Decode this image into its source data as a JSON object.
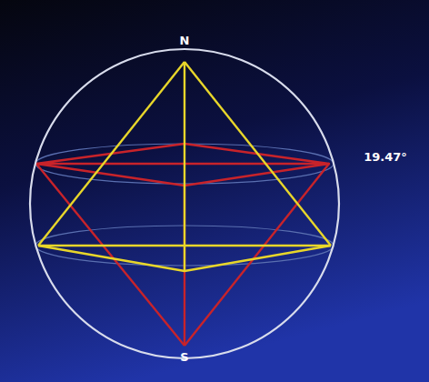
{
  "diagram": {
    "labels": [
      "N",
      "S",
      "19.47°"
    ]
  }
}
